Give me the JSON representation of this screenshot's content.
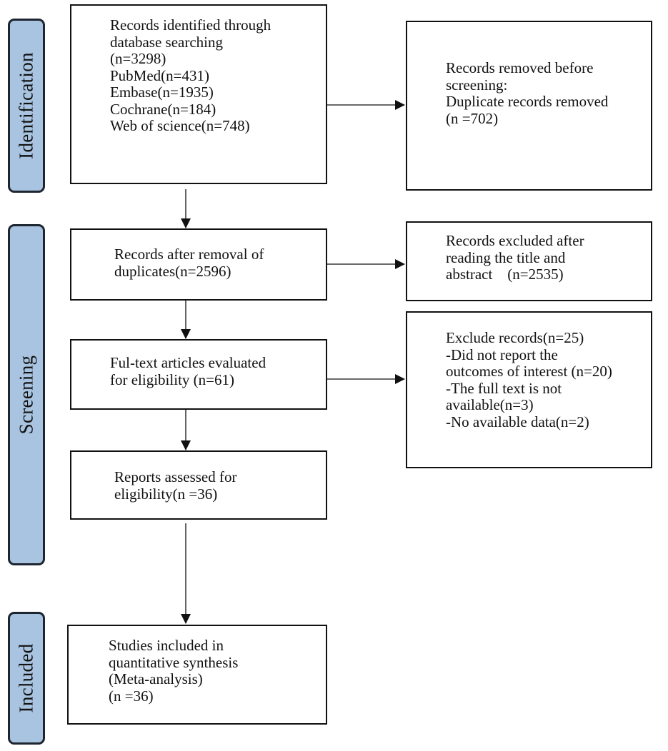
{
  "stages": {
    "identification": "Identification",
    "screening": "Screening",
    "included": "Included"
  },
  "boxes": {
    "identified": {
      "lines": [
        "Records identified through",
        "database searching",
        "(n=3298)",
        "PubMed(n=431)",
        "Embase(n=1935)",
        "Cochrane(n=184)",
        "Web of science(n=748)"
      ]
    },
    "removed_before_screening": {
      "lines": [
        "Records removed before",
        "screening:",
        "Duplicate records removed",
        "(n =702)"
      ]
    },
    "after_removal": {
      "lines": [
        "Records after removal of",
        "duplicates(n=2596)"
      ]
    },
    "excluded_title_abstract": {
      "lines": [
        "Records excluded after",
        "reading the title and",
        "abstract    (n=2535)"
      ]
    },
    "fulltext_evaluated": {
      "lines": [
        "Ful-text articles evaluated",
        "for eligibility (n=61)"
      ]
    },
    "excluded_records": {
      "lines": [
        "Exclude records(n=25)",
        "-Did not report the",
        "outcomes of interest (n=20)",
        "-The full text is not",
        "available(n=3)",
        "-No available data(n=2)"
      ]
    },
    "reports_assessed": {
      "lines": [
        "Reports assessed for",
        "eligibility(n =36)"
      ]
    },
    "studies_included": {
      "lines": [
        "Studies included in",
        "quantitative synthesis",
        "(Meta-analysis)",
        "(n =36)"
      ]
    }
  },
  "colors": {
    "stage_fill": "#a9c4e0",
    "stage_border": "#1c2530",
    "box_border": "#111111",
    "arrow": "#111111"
  }
}
